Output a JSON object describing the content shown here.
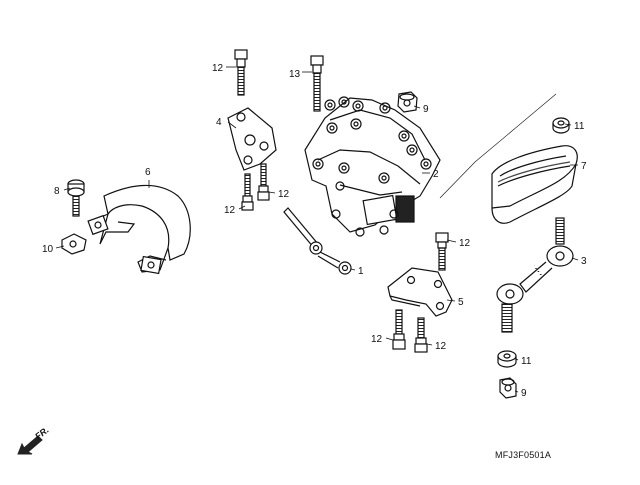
{
  "diagram": {
    "code": "MFJ3F0501A",
    "direction_label": "FR.",
    "callouts": [
      {
        "id": "c12a",
        "label": "12"
      },
      {
        "id": "c13",
        "label": "13"
      },
      {
        "id": "c9a",
        "label": "9"
      },
      {
        "id": "c4",
        "label": "4"
      },
      {
        "id": "c11a",
        "label": "11"
      },
      {
        "id": "c7",
        "label": "7"
      },
      {
        "id": "c6",
        "label": "6"
      },
      {
        "id": "c2",
        "label": "2"
      },
      {
        "id": "c8",
        "label": "8"
      },
      {
        "id": "c12b",
        "label": "12"
      },
      {
        "id": "c12c",
        "label": "12"
      },
      {
        "id": "c10",
        "label": "10"
      },
      {
        "id": "c12d",
        "label": "12"
      },
      {
        "id": "c3",
        "label": "3"
      },
      {
        "id": "c1",
        "label": "1"
      },
      {
        "id": "c5",
        "label": "5"
      },
      {
        "id": "c12e",
        "label": "12"
      },
      {
        "id": "c12f",
        "label": "12"
      },
      {
        "id": "c11b",
        "label": "11"
      },
      {
        "id": "c9b",
        "label": "9"
      }
    ]
  }
}
